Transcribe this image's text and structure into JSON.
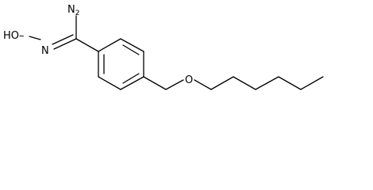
{
  "diagram": {
    "type": "chemical-structure",
    "atoms": {
      "amine": {
        "element": "N",
        "hydrogens": "2"
      },
      "oxime_nitrogen": {
        "element": "N"
      },
      "hydroxyl": {
        "main": "HO",
        "bond": "–"
      },
      "ether_oxygen": {
        "element": "O"
      }
    }
  },
  "colors": {
    "bond": "#000000",
    "background": "#ffffff"
  }
}
